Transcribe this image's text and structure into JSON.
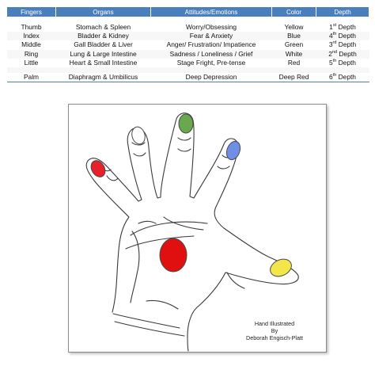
{
  "table": {
    "headers": [
      "Fingers",
      "Organs",
      "Attitudes/Emotions",
      "Color",
      "Depth"
    ],
    "rows": [
      {
        "finger": "Thumb",
        "organs": "Stomach & Spleen",
        "emotions": "Worry/Obsessing",
        "color": "Yellow",
        "depth_num": "1",
        "depth_sup": "st",
        "depth_word": "Depth"
      },
      {
        "finger": "Index",
        "organs": "Bladder & Kidney",
        "emotions": "Fear & Anxiety",
        "color": "Blue",
        "depth_num": "4",
        "depth_sup": "th",
        "depth_word": "Depth"
      },
      {
        "finger": "Middle",
        "organs": "Gall Bladder & Liver",
        "emotions": "Anger/ Frustration/ Impatience",
        "color": "Green",
        "depth_num": "3",
        "depth_sup": "rd",
        "depth_word": "Depth"
      },
      {
        "finger": "Ring",
        "organs": "Lung & Large Intestine",
        "emotions": "Sadness / Loneliness / Grief",
        "color": "White",
        "depth_num": "2",
        "depth_sup": "nd",
        "depth_word": "Depth"
      },
      {
        "finger": "Little",
        "organs": "Heart & Small Intestine",
        "emotions": "Stage Fright, Pre-tense",
        "color": "Red",
        "depth_num": "5",
        "depth_sup": "th",
        "depth_word": "Depth"
      },
      {
        "finger": "Palm",
        "organs": "Diaphragm & Umbilicus",
        "emotions": "Deep Depression",
        "color": "Deep Red",
        "depth_num": "6",
        "depth_sup": "th",
        "depth_word": "Depth"
      }
    ]
  },
  "illustration": {
    "credit_line1": "Hand Illustrated",
    "credit_line2": "By",
    "credit_line3": "Deborah Engisch-Platt",
    "dot_colors": {
      "thumb": "#f2e64a",
      "index": "#6f8fe6",
      "middle": "#6aa84f",
      "ring": "#ffffff",
      "little": "#e8202a",
      "palm": "#e01010"
    },
    "header_color": "#4a7fbe"
  }
}
